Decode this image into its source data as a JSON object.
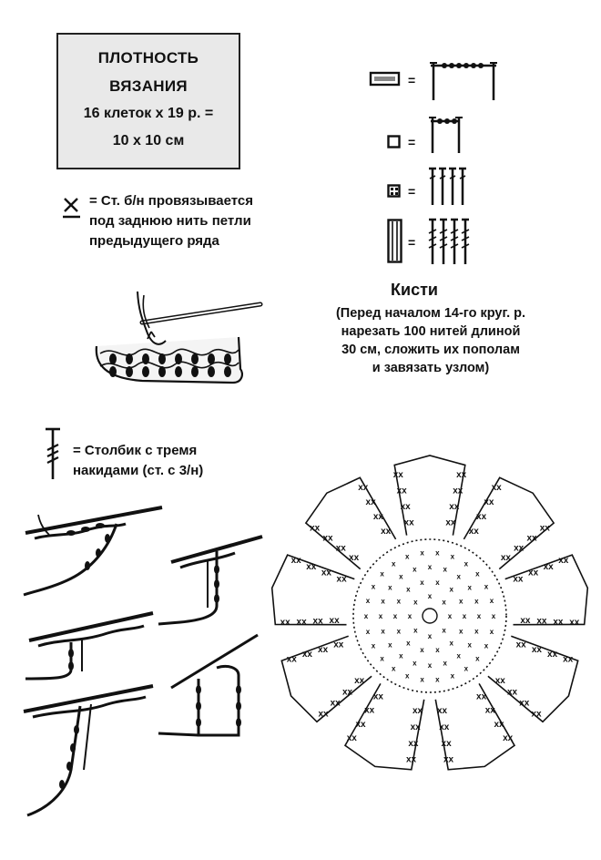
{
  "gauge": {
    "line1": "ПЛОТНОСТЬ",
    "line2": "ВЯЗАНИЯ",
    "line3": "16 клеток х 19 р. =",
    "line4": "10 х 10 см"
  },
  "sc_note": {
    "symbol": "х",
    "line1": "= Ст. б/н провязывается",
    "line2": "под заднюю нить петли",
    "line3": "предыдущего ряда"
  },
  "legend": {
    "equals": "="
  },
  "tassels": {
    "title": "Кисти",
    "line1": "(Перед началом 14-го круг. р.",
    "line2": "нарезать 100 нитей длиной",
    "line3": "30 см, сложить их пополам",
    "line4": "и завязать узлом)"
  },
  "treble_note": {
    "line1": "= Столбик с тремя",
    "line2": "накидами (ст. с 3/н)"
  },
  "chart_marks": {
    "sc": "х"
  },
  "icons": [
    "sc-back-loop-icon",
    "block-wide-icon",
    "block-open-icon",
    "block-filled-icon",
    "block-striped-icon",
    "treble-3yo-icon",
    "crochet-hook-illustration",
    "flower-motif-chart"
  ]
}
